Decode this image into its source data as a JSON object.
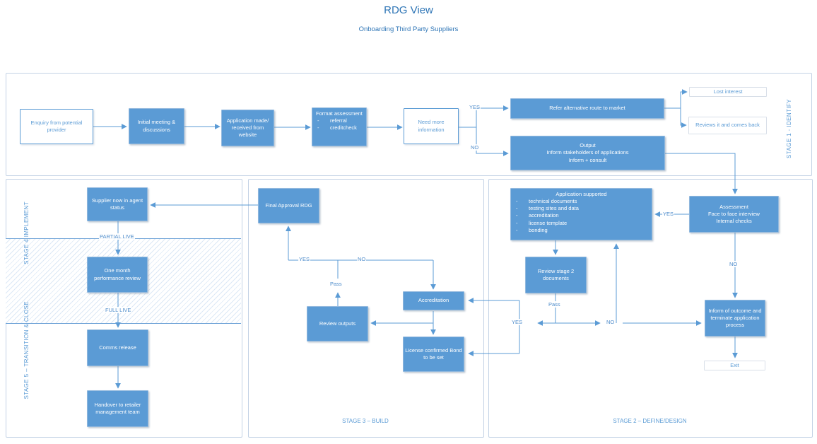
{
  "header": {
    "title": "RDG View",
    "subtitle": "Onboarding Third Party Suppliers"
  },
  "connector_labels": {
    "yes": "YES",
    "no": "NO",
    "pass": "Pass",
    "partial_live": "PARTIAL LIVE",
    "full_live": "FULL LIVE",
    "dash": "-"
  },
  "colors": {
    "node_fill": "#5b9bd5",
    "accent_text": "#2e75b6",
    "connector": "#5b9bd5"
  },
  "stage1": {
    "label": "STAGE 1 - IDENTIFY",
    "enquiry": "Enquiry from potential provider",
    "initial_meeting": "Initial meeting & discussions",
    "application_made": "Application made/ received from website",
    "format_assessment": {
      "title": "Format assessment",
      "items": [
        "referral",
        "creditcheck"
      ]
    },
    "need_more_info": "Need more information",
    "refer_alternative": "Refer alternative route to market",
    "lost_interest": "Lost interest",
    "reviews_back": "Reviews it and comes back",
    "output": {
      "line1": "Output",
      "line2": "Inform stakeholders of applications",
      "line3": "Inform + consult"
    }
  },
  "stage2": {
    "label": "STAGE 2 – DEFINE/DESIGN",
    "application_supported": {
      "title": "Application supported",
      "items": [
        "technical documents",
        "testing sites and data",
        "accreditation",
        "license template",
        "bonding"
      ]
    },
    "assessment": {
      "line1": "Assessment",
      "line2": "Face to face interview",
      "line3": "Internal checks"
    },
    "review_stage2": "Review stage 2 documents",
    "inform_outcome": "Inform of outcome and terminate application process",
    "exit": "Exit"
  },
  "stage3": {
    "label": "STAGE 3 – BUILD",
    "final_approval": "Final Approval RDG",
    "review_outputs": "Review outputs",
    "accreditation": "Accreditation",
    "license_confirmed": "License confirmed Bond to be set"
  },
  "stage45": {
    "stage4_label": "STAGE 4 IMPLEMENT",
    "stage5_label": "STAGE 5 – TRANSITION & CLOSE",
    "supplier_agent": "Supplier now in agent status",
    "one_month_review": "One month performance review",
    "comms_release": "Comms release",
    "handover": "Handover to retailer management team"
  }
}
